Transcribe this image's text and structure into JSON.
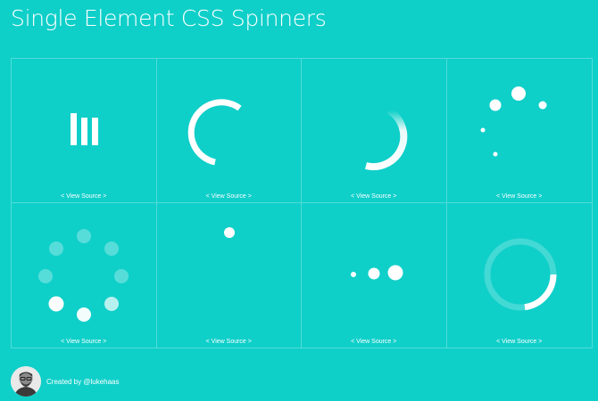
{
  "page": {
    "title": "Single Element CSS Spinners"
  },
  "colors": {
    "background": "#0fcfc9",
    "foreground": "#ffffff"
  },
  "spinners": [
    {
      "name": "bars",
      "link_label": "< View Source >"
    },
    {
      "name": "arc",
      "link_label": "< View Source >"
    },
    {
      "name": "fading-arc",
      "link_label": "< View Source >"
    },
    {
      "name": "growing-dots",
      "link_label": "< View Source >"
    },
    {
      "name": "dot-circle",
      "link_label": "< View Source >"
    },
    {
      "name": "single-dot",
      "link_label": "< View Source >"
    },
    {
      "name": "three-dots",
      "link_label": "< View Source >"
    },
    {
      "name": "ring",
      "link_label": "< View Source >"
    }
  ],
  "footer": {
    "credit": "Created by @lukehaas"
  }
}
